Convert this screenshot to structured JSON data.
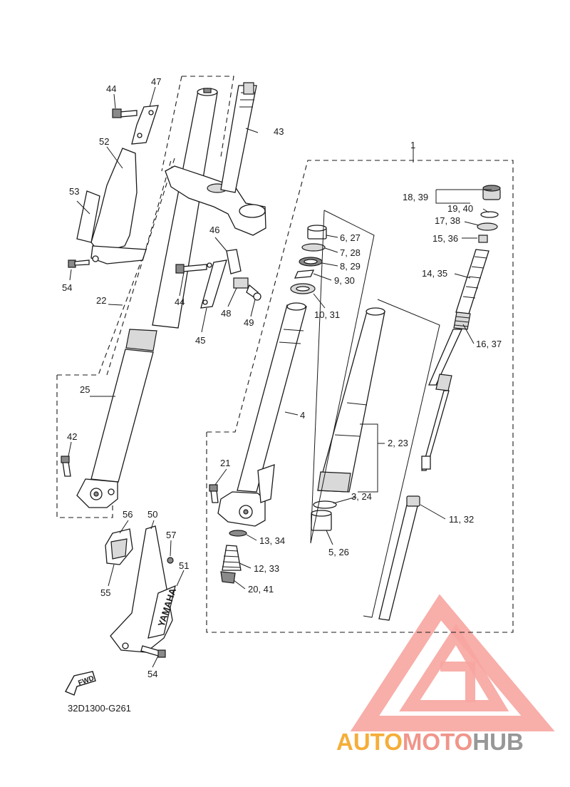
{
  "diagram_code": "32D1300-G261",
  "fwd_badge": "FWD",
  "decal_text": "YAMAHA",
  "watermark": {
    "part1": "AUTO",
    "part2": "MOTO",
    "part3": "HUB",
    "color_orange": "#f5a623",
    "color_salmon": "#f08a7e",
    "color_gray": "#8c8c8c",
    "triangle_color": "#f7a5a0"
  },
  "callouts": {
    "c1": "1",
    "c18": "18, 39",
    "c19": "19, 40",
    "c17": "17, 38",
    "c15": "15, 36",
    "c14": "14, 35",
    "c16": "16, 37",
    "c11": "11, 32",
    "c6": "6, 27",
    "c7": "7, 28",
    "c8": "8, 29",
    "c9": "9, 30",
    "c10": "10, 31",
    "c2": "2, 23",
    "c3": "3, 24",
    "c5": "5, 26",
    "c4": "4",
    "c21": "21",
    "c13": "13, 34",
    "c12": "12, 33",
    "c20": "20, 41",
    "c43": "43",
    "c44a": "44",
    "c47": "47",
    "c52": "52",
    "c53": "53",
    "c54a": "54",
    "c22": "22",
    "c25": "25",
    "c42": "42",
    "c46": "46",
    "c44b": "44",
    "c45": "45",
    "c48": "48",
    "c49": "49",
    "c56": "56",
    "c50": "50",
    "c57": "57",
    "c51": "51",
    "c55": "55",
    "c54b": "54"
  }
}
